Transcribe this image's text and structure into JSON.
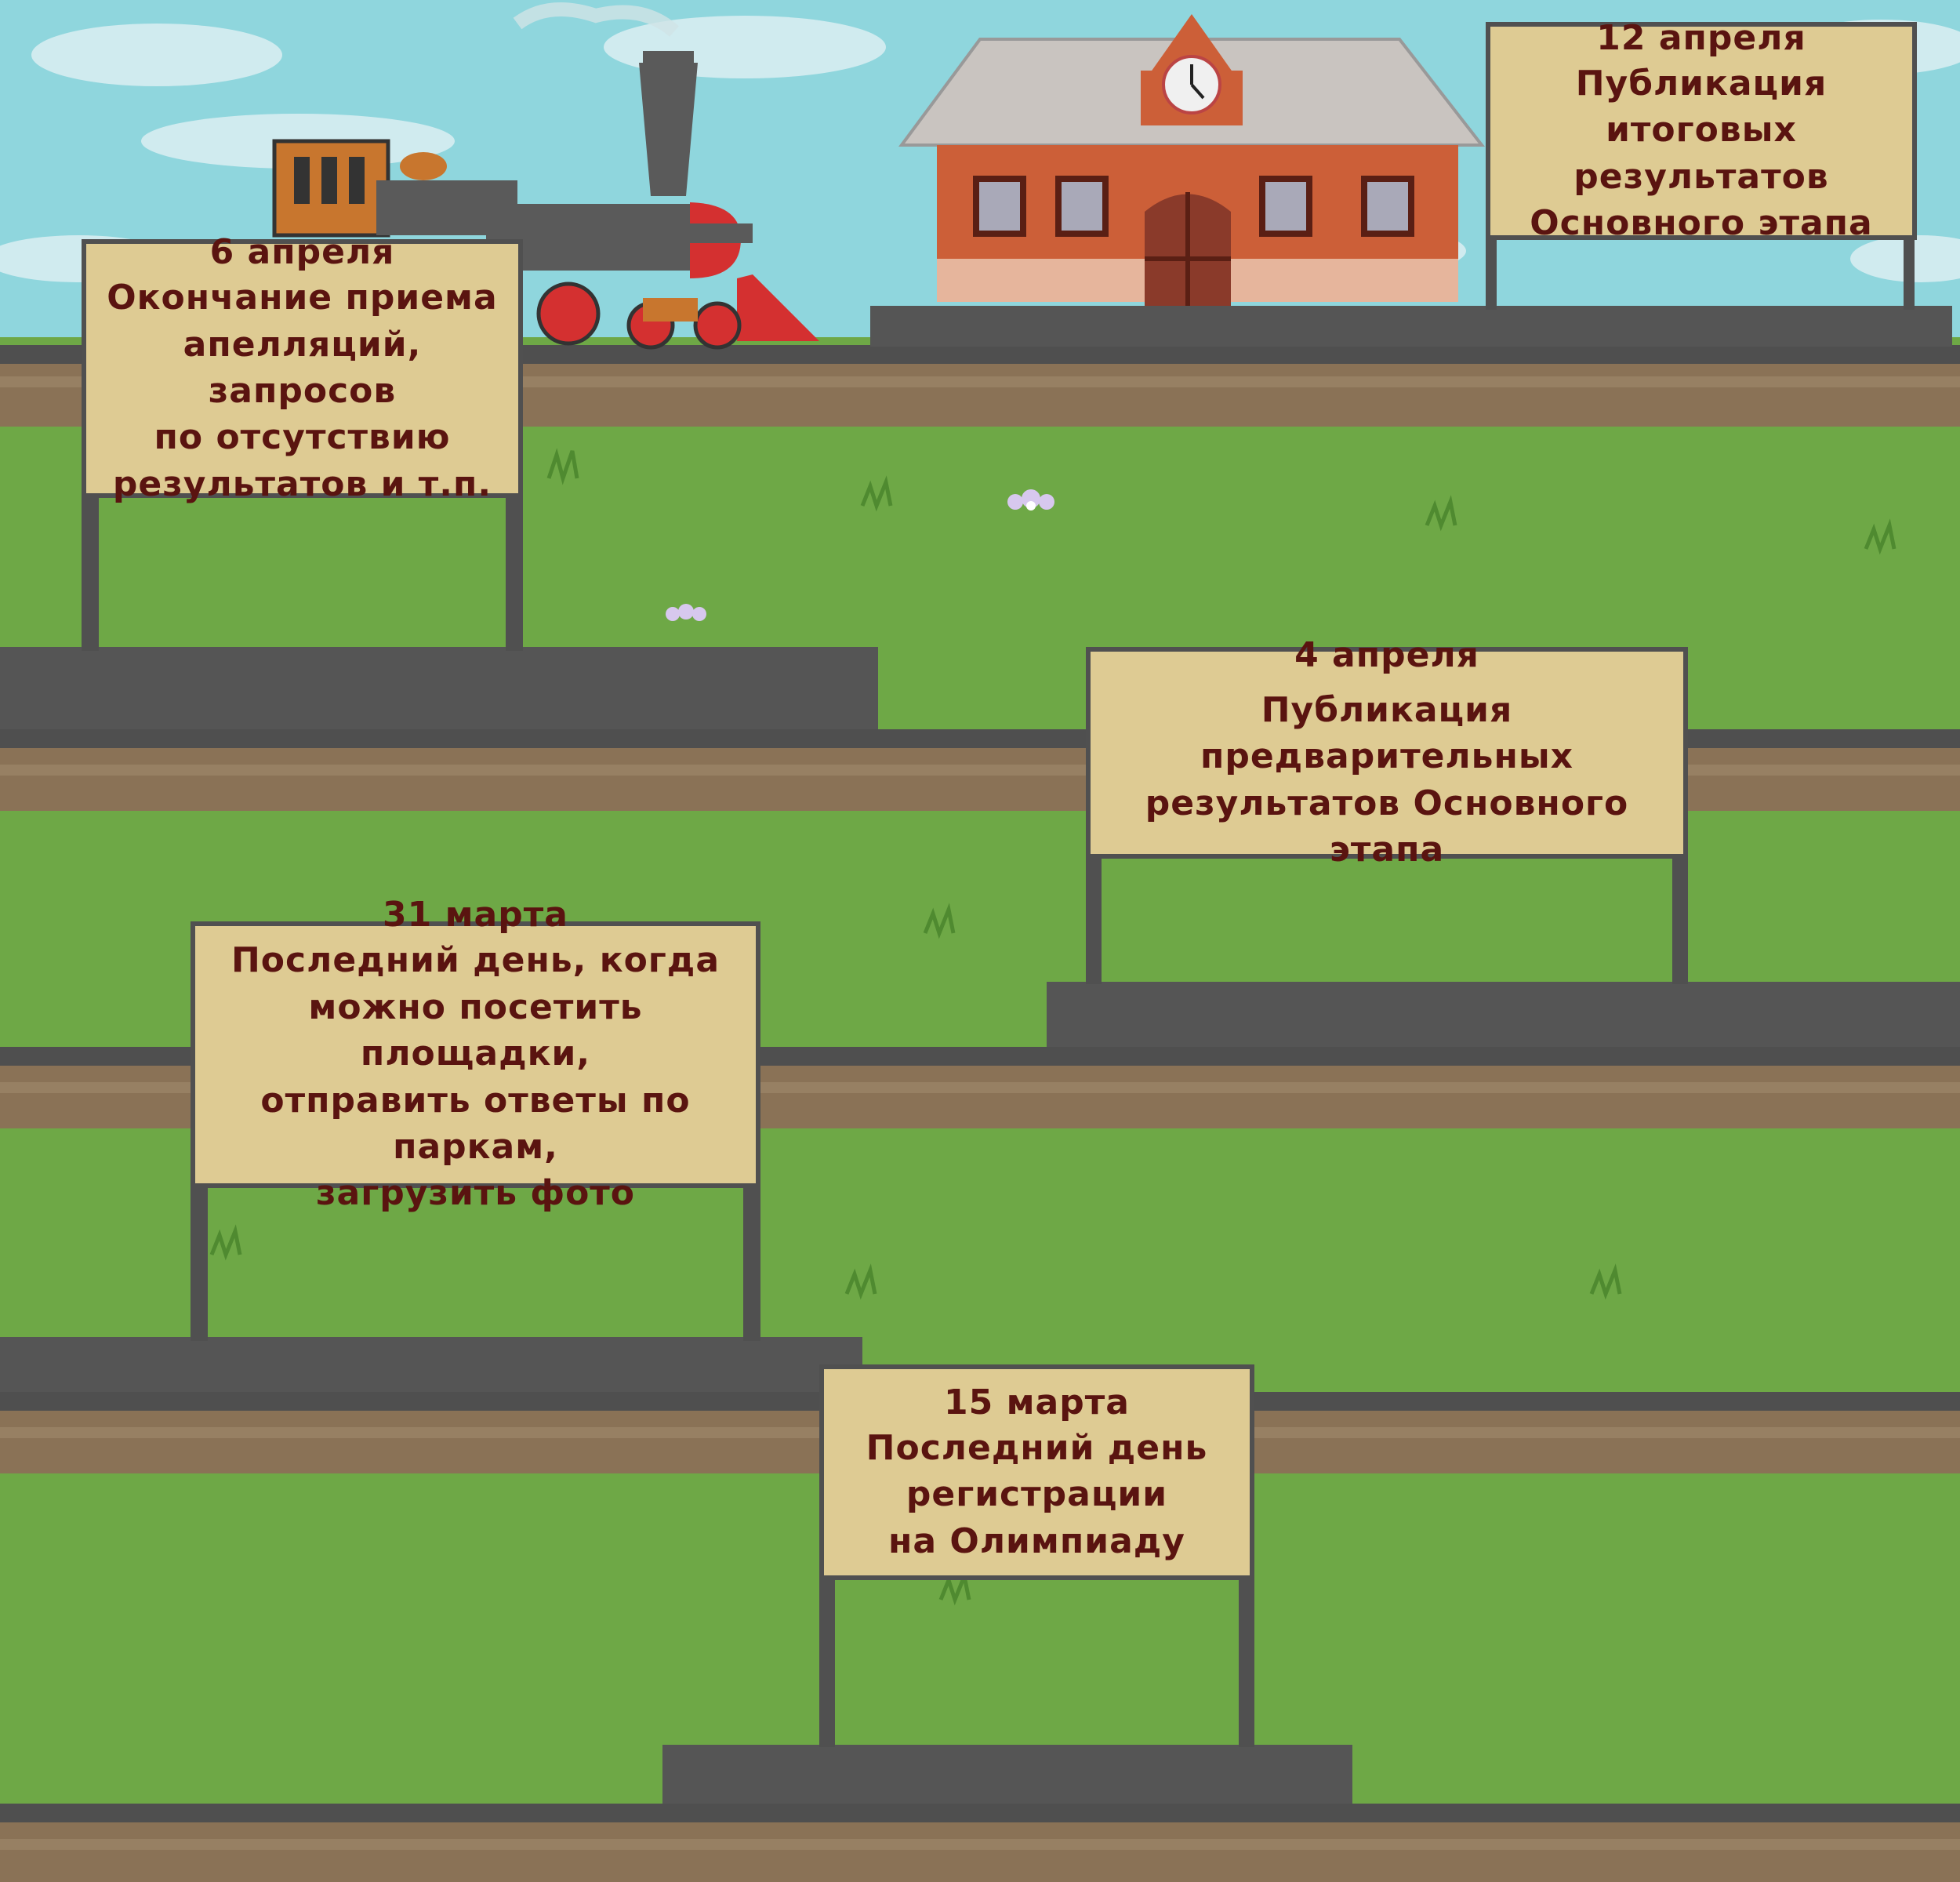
{
  "timeline": {
    "events": [
      {
        "date": "12 апреля",
        "text": "Публикация итоговых\nрезультатов\nОсновного этапа"
      },
      {
        "date": "6 апреля",
        "text": "Окончание приема\nапелляций, запросов\nпо отсутствию\nрезультатов и т.п."
      },
      {
        "date": "4 апреля",
        "text": "Публикация предварительных\nрезультатов Основного этапа"
      },
      {
        "date": "31 марта",
        "text": "Последний день, когда\nможно посетить площадки,\nотправить ответы по паркам,\nзагрузить фото"
      },
      {
        "date": "15 марта",
        "text": "Последний день\nрегистрации\nна Олимпиаду"
      }
    ]
  },
  "colors": {
    "sky": "#8fd6dd",
    "grass": "#6ea846",
    "soil": "#8a7256",
    "platform": "#555555",
    "sign_board": "#decb93",
    "sign_text": "#5a1410",
    "station_wall": "#cc5f38",
    "station_roof": "#c9c4c0",
    "locomotive_body": "#555555",
    "locomotive_red": "#d43030",
    "locomotive_cab": "#c8762e"
  },
  "icons": [
    "locomotive-icon",
    "station-building-icon",
    "clock-icon",
    "flower-icon"
  ]
}
